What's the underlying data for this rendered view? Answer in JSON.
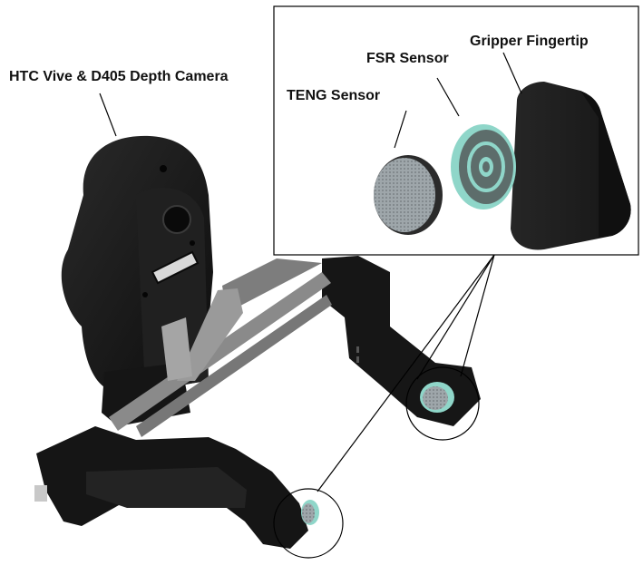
{
  "labels": {
    "camera": "HTC Vive & D405 Depth Camera",
    "teng_sensor": "TENG Sensor",
    "fsr_sensor": "FSR Sensor",
    "gripper_fingertip": "Gripper Fingertip"
  },
  "colors": {
    "body": "#1b1b1b",
    "body_shade": "#0e0e0e",
    "rail": "#8a8a8a",
    "sensor_teal": "#8fd6c9",
    "teng_mesh": "#9ea6aa",
    "line": "#000000"
  }
}
